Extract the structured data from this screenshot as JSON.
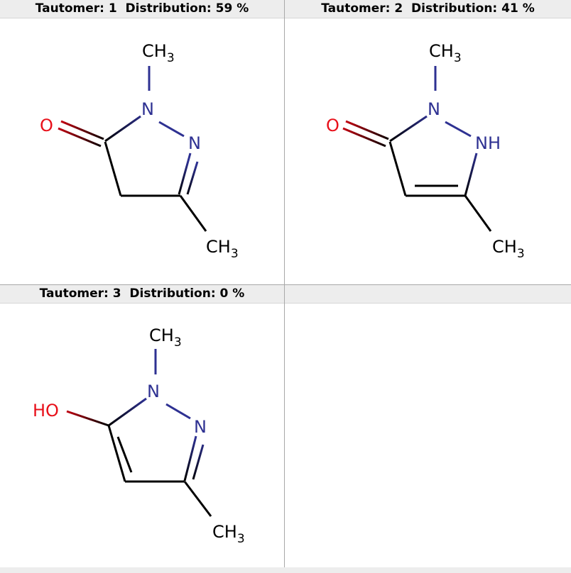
{
  "panels": [
    {
      "header": "Tautomer: 1  Distribution: 59 %",
      "atoms": {
        "ch3_top": "CH3",
        "n1": "N",
        "n2": "N",
        "o": "O",
        "ch3_bottom": "CH3"
      }
    },
    {
      "header": "Tautomer: 2  Distribution: 41 %",
      "atoms": {
        "ch3_top": "CH3",
        "n1": "N",
        "n2": "NH",
        "o": "O",
        "ch3_bottom": "CH3"
      }
    },
    {
      "header": "Tautomer: 3  Distribution: 0 %",
      "atoms": {
        "ch3_top": "CH3",
        "n1": "N",
        "n2": "N",
        "o": "HO",
        "ch3_bottom": "CH3"
      }
    },
    {
      "header": ""
    }
  ],
  "colors": {
    "nitrogen": "#2e3192",
    "oxygen": "#e8101a",
    "carbon": "#000000",
    "header_bg": "#ededed",
    "grid_line": "#a8a8a8"
  }
}
